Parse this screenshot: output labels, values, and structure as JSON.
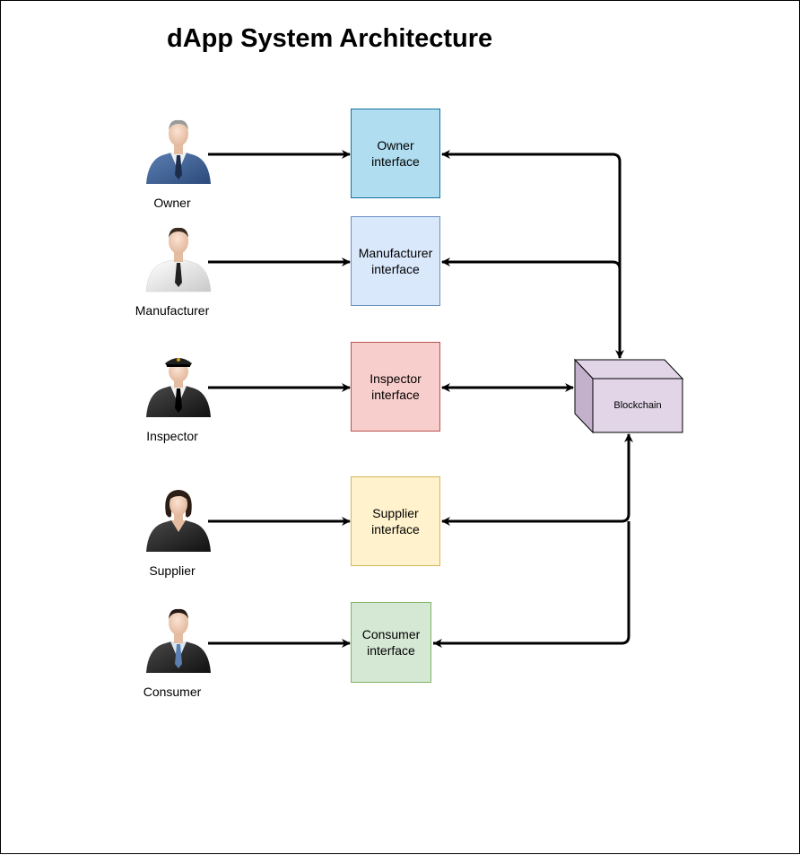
{
  "title": "dApp System Architecture",
  "actors": [
    {
      "label": "Owner"
    },
    {
      "label": "Manufacturer"
    },
    {
      "label": "Inspector"
    },
    {
      "label": "Supplier"
    },
    {
      "label": "Consumer"
    }
  ],
  "interfaces": [
    {
      "line1": "Owner",
      "line2": "interface"
    },
    {
      "line1": "Manufacturer",
      "line2": "interface"
    },
    {
      "line1": "Inspector",
      "line2": "interface"
    },
    {
      "line1": "Supplier",
      "line2": "interface"
    },
    {
      "line1": "Consumer",
      "line2": "interface"
    }
  ],
  "blockchain": {
    "label": "Blockchain"
  },
  "colors": {
    "owner_fill": "#b1ddf0",
    "manufacturer_fill": "#dae8fc",
    "inspector_fill": "#f8cecc",
    "supplier_fill": "#fff2cc",
    "consumer_fill": "#d5e8d4",
    "blockchain_fill": "#e1d5e7"
  }
}
